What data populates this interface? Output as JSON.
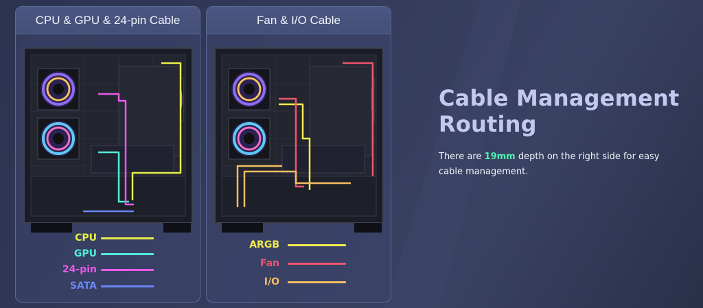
{
  "panels": {
    "left": {
      "title": "CPU & GPU & 24-pin Cable",
      "legend": [
        {
          "label": "CPU",
          "color": "#e8f04a"
        },
        {
          "label": "GPU",
          "color": "#52ecd9"
        },
        {
          "label": "24-pin",
          "color": "#e75ae9"
        },
        {
          "label": "SATA",
          "color": "#6a86f4"
        }
      ]
    },
    "right": {
      "title": "Fan & I/O Cable",
      "legend": [
        {
          "label": "ARGB",
          "color": "#f4ec4e"
        },
        {
          "label": "Fan",
          "color": "#f1546e"
        },
        {
          "label": "I/O",
          "color": "#f6be62"
        }
      ]
    }
  },
  "headline": {
    "line1": "Cable Management",
    "line2": "Routing"
  },
  "description": {
    "prefix": "There are ",
    "highlight": "19mm",
    "suffix": " depth on the right side for easy cable management."
  },
  "colors": {
    "highlight": "#4df0b4",
    "headline": "#c2c8ee"
  }
}
